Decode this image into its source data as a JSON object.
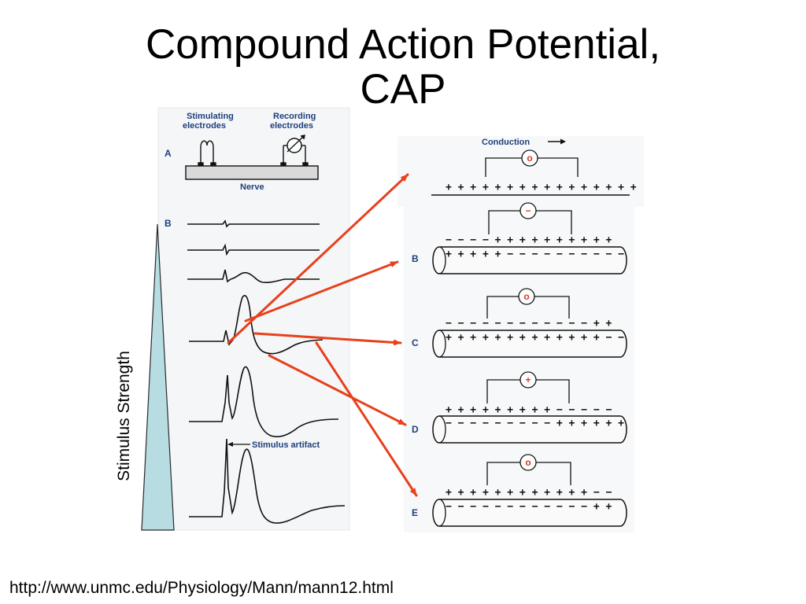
{
  "title": {
    "line1": "Compound Action Potential,",
    "line2": "CAP"
  },
  "footer_url": "http://www.unmc.edu/Physiology/Mann/mann12.html",
  "stimulus_axis_label": "Stimulus Strength",
  "left_figure": {
    "panel_a_label": "A",
    "panel_b_label": "B",
    "stimulating_label_1": "Stimulating",
    "stimulating_label_2": "electrodes",
    "recording_label_1": "Recording",
    "recording_label_2": "electrodes",
    "nerve_label": "Nerve",
    "stimulus_artifact_label": "Stimulus artifact"
  },
  "right_figure": {
    "conduction_label": "Conduction",
    "panels": [
      {
        "label": "",
        "meter": "o",
        "outer": "+ + + + + + + + + + + + + + + +",
        "inner": ""
      },
      {
        "label": "B",
        "meter": "−",
        "outer": "− − − − + + + + + + + + + +",
        "inner": "+ + + + + − − − − − − − − − −"
      },
      {
        "label": "C",
        "meter": "o",
        "outer": "− − − − − − − − − − − − + +",
        "inner": "+ + + + + + + + + + + + + − −"
      },
      {
        "label": "D",
        "meter": "+",
        "outer": "+ + + + + + + + + − − − − −",
        "inner": "− − − − − − − − − + + + + + +"
      },
      {
        "label": "E",
        "meter": "o",
        "outer": "+ + + + + + + + + + + + − −",
        "inner": "− − − − − − − − − − − − + +"
      }
    ]
  },
  "colors": {
    "arrow": "#e8401c",
    "triangle_fill": "#b7dde3",
    "label_blue": "#1f3f7a",
    "meter_red": "#d03a20"
  }
}
